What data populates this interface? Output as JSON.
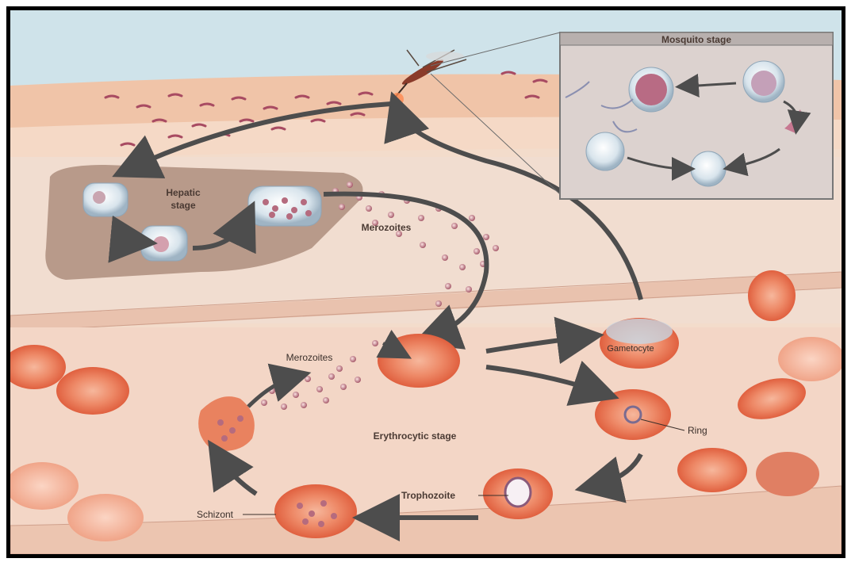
{
  "labels": {
    "mosquito_stage": "Mosquito stage",
    "hepatic_line1": "Hepatic",
    "hepatic_line2": "stage",
    "merozoites_liver": "Merozoites",
    "merozoites_blood": "Merozoites",
    "gametocyte": "Gametocyte",
    "ring": "Ring",
    "erythrocytic_stage": "Erythrocytic stage",
    "trophozoite": "Trophozoite",
    "schizont": "Schizont"
  },
  "colors": {
    "sky": "#cfe3ea",
    "skin": "#f0c9ae",
    "tissue": "#f1ddd0",
    "liver": "#b89a8a",
    "rbc": "#e8704e",
    "arrow": "#4d4d4d",
    "frame": "#000000"
  },
  "icons": [
    "mosquito-icon",
    "parasite-cell-icon",
    "red-blood-cell-icon",
    "merozoite-dot-icon"
  ]
}
